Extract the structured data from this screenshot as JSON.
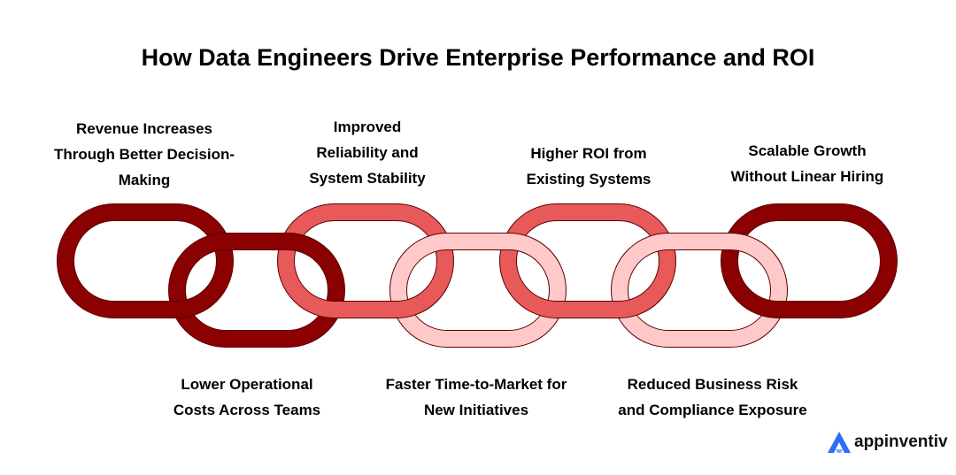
{
  "title": "How Data Engineers Drive Enterprise Performance and ROI",
  "links": [
    {
      "lines": [
        "Revenue Increases",
        "Through Better Decision-",
        "Making"
      ],
      "position": "top",
      "color": "#8b0000"
    },
    {
      "lines": [
        "Lower Operational",
        "Costs Across Teams"
      ],
      "position": "bottom",
      "color": "#8b0000"
    },
    {
      "lines": [
        "Improved",
        "Reliability and",
        "System Stability"
      ],
      "position": "top",
      "color": "#e85a5a"
    },
    {
      "lines": [
        "Faster Time-to-Market for",
        "New Initiatives"
      ],
      "position": "bottom",
      "color": "#ffc9c9"
    },
    {
      "lines": [
        "Higher ROI from",
        "Existing Systems"
      ],
      "position": "top",
      "color": "#e85a5a"
    },
    {
      "lines": [
        "Reduced Business Risk",
        "and Compliance Exposure"
      ],
      "position": "bottom",
      "color": "#ffc9c9"
    },
    {
      "lines": [
        "Scalable Growth",
        "Without Linear Hiring"
      ],
      "position": "top",
      "color": "#8b0000"
    }
  ],
  "brand": {
    "name": "appinventiv",
    "color": "#2f6df6"
  }
}
